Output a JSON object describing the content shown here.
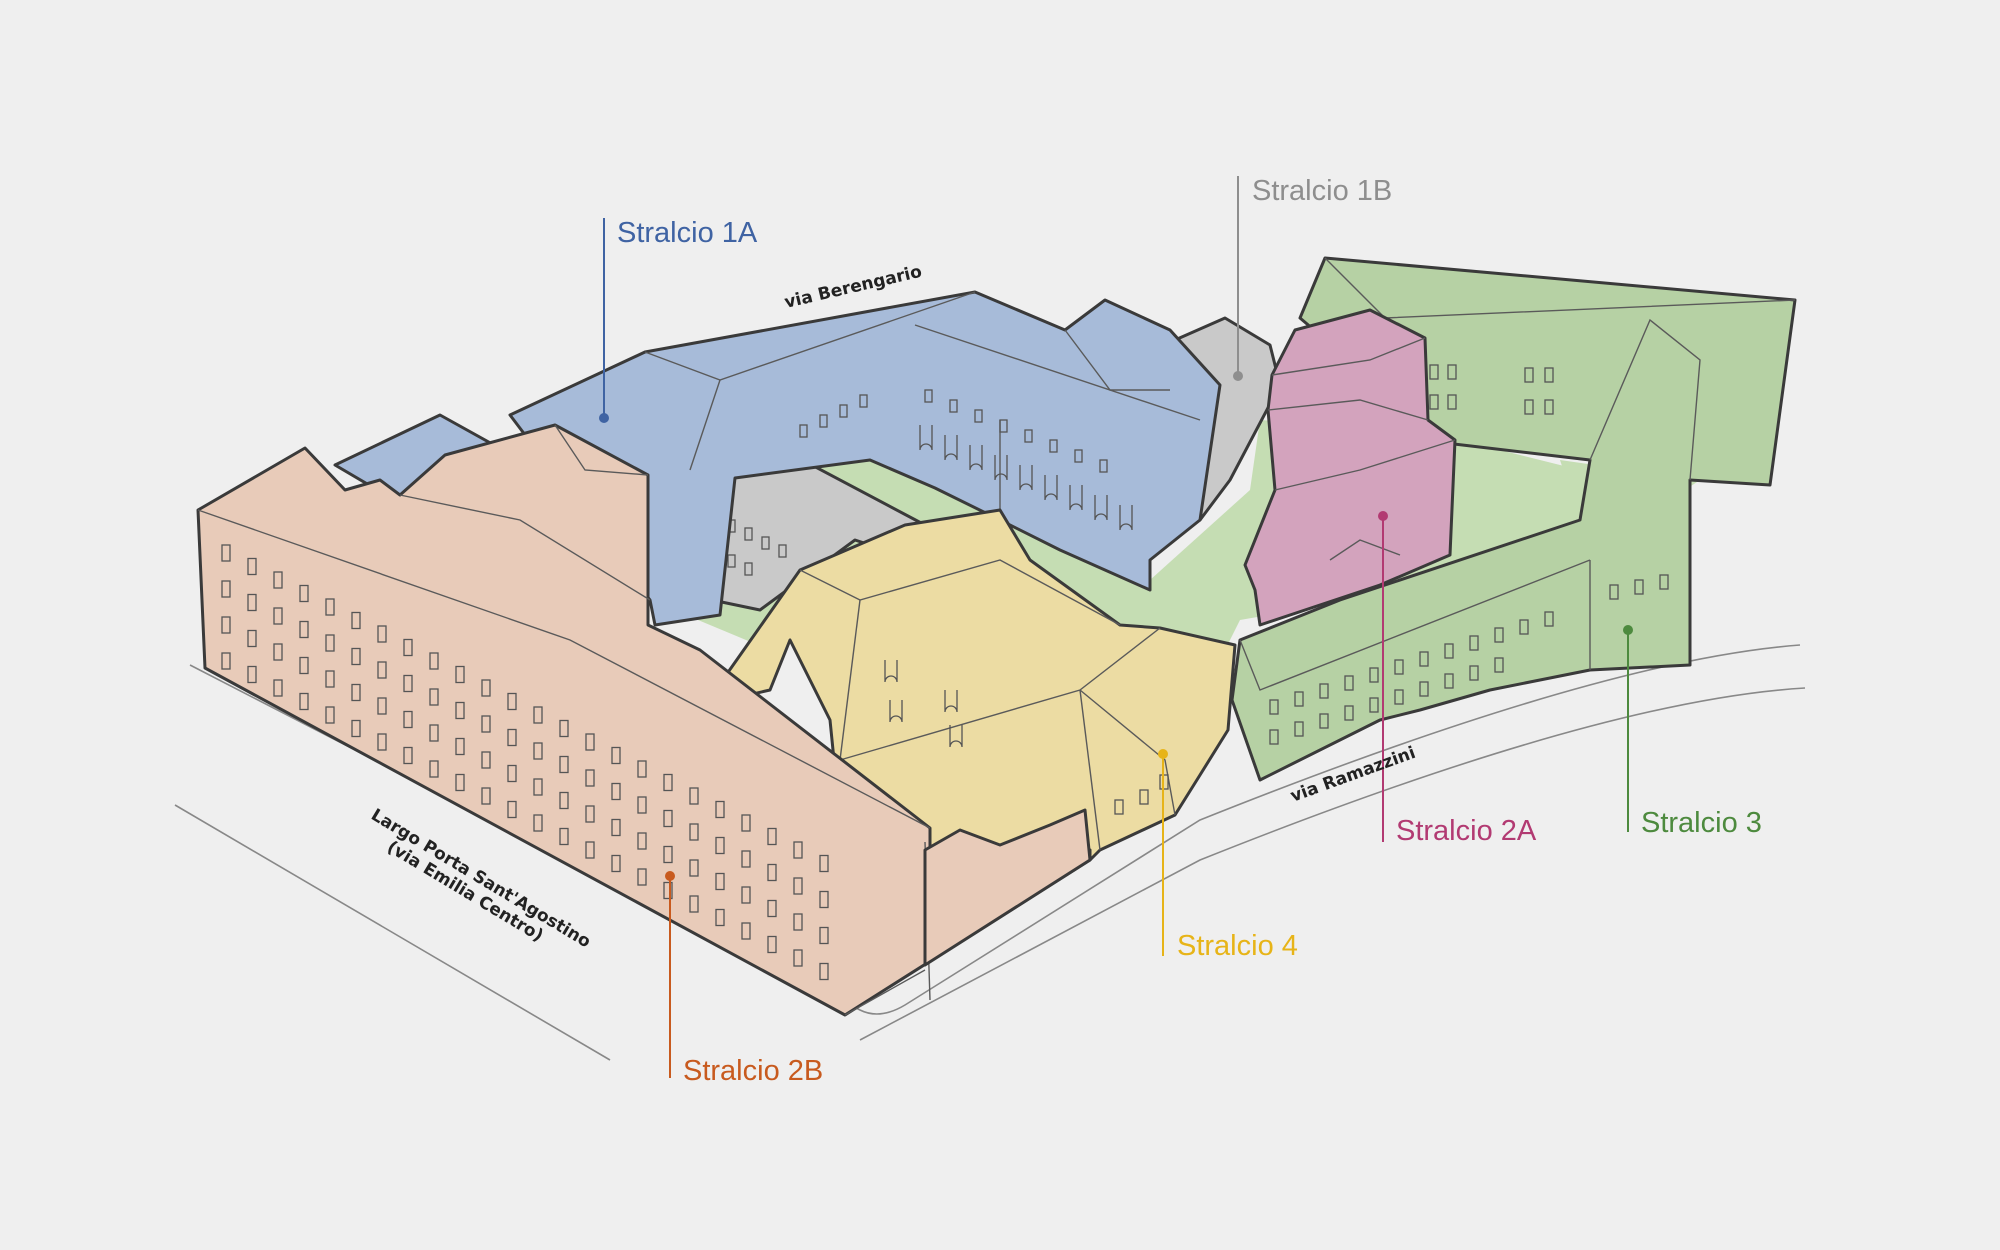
{
  "colors": {
    "background": "#efefef",
    "stralcio_1a": "#3f63a3",
    "stralcio_1b": "#8e8e8e",
    "stralcio_2a": "#b23a72",
    "stralcio_2b": "#c85a1e",
    "stralcio_3": "#4d8a3e",
    "stralcio_4": "#e7b418",
    "fill_1a": "#a7bbd9",
    "fill_1b": "#c9c9c9",
    "fill_2a": "#d3a3bd",
    "fill_2b": "#e8cbb9",
    "fill_3": "#b6d1a4",
    "fill_4": "#ecdca3",
    "courtyard": "#c5ddb3"
  },
  "labels": {
    "stralcio_1a": "Stralcio 1A",
    "stralcio_1b": "Stralcio 1B",
    "stralcio_2a": "Stralcio 2A",
    "stralcio_2b": "Stralcio 2B",
    "stralcio_3": "Stralcio 3",
    "stralcio_4": "Stralcio 4"
  },
  "streets": {
    "berengario": "via Berengario",
    "ramazzini": "via Ramazzini",
    "largo_line1": "Largo Porta Sant'Agostino",
    "largo_line2": "(via Emilia Centro)"
  }
}
